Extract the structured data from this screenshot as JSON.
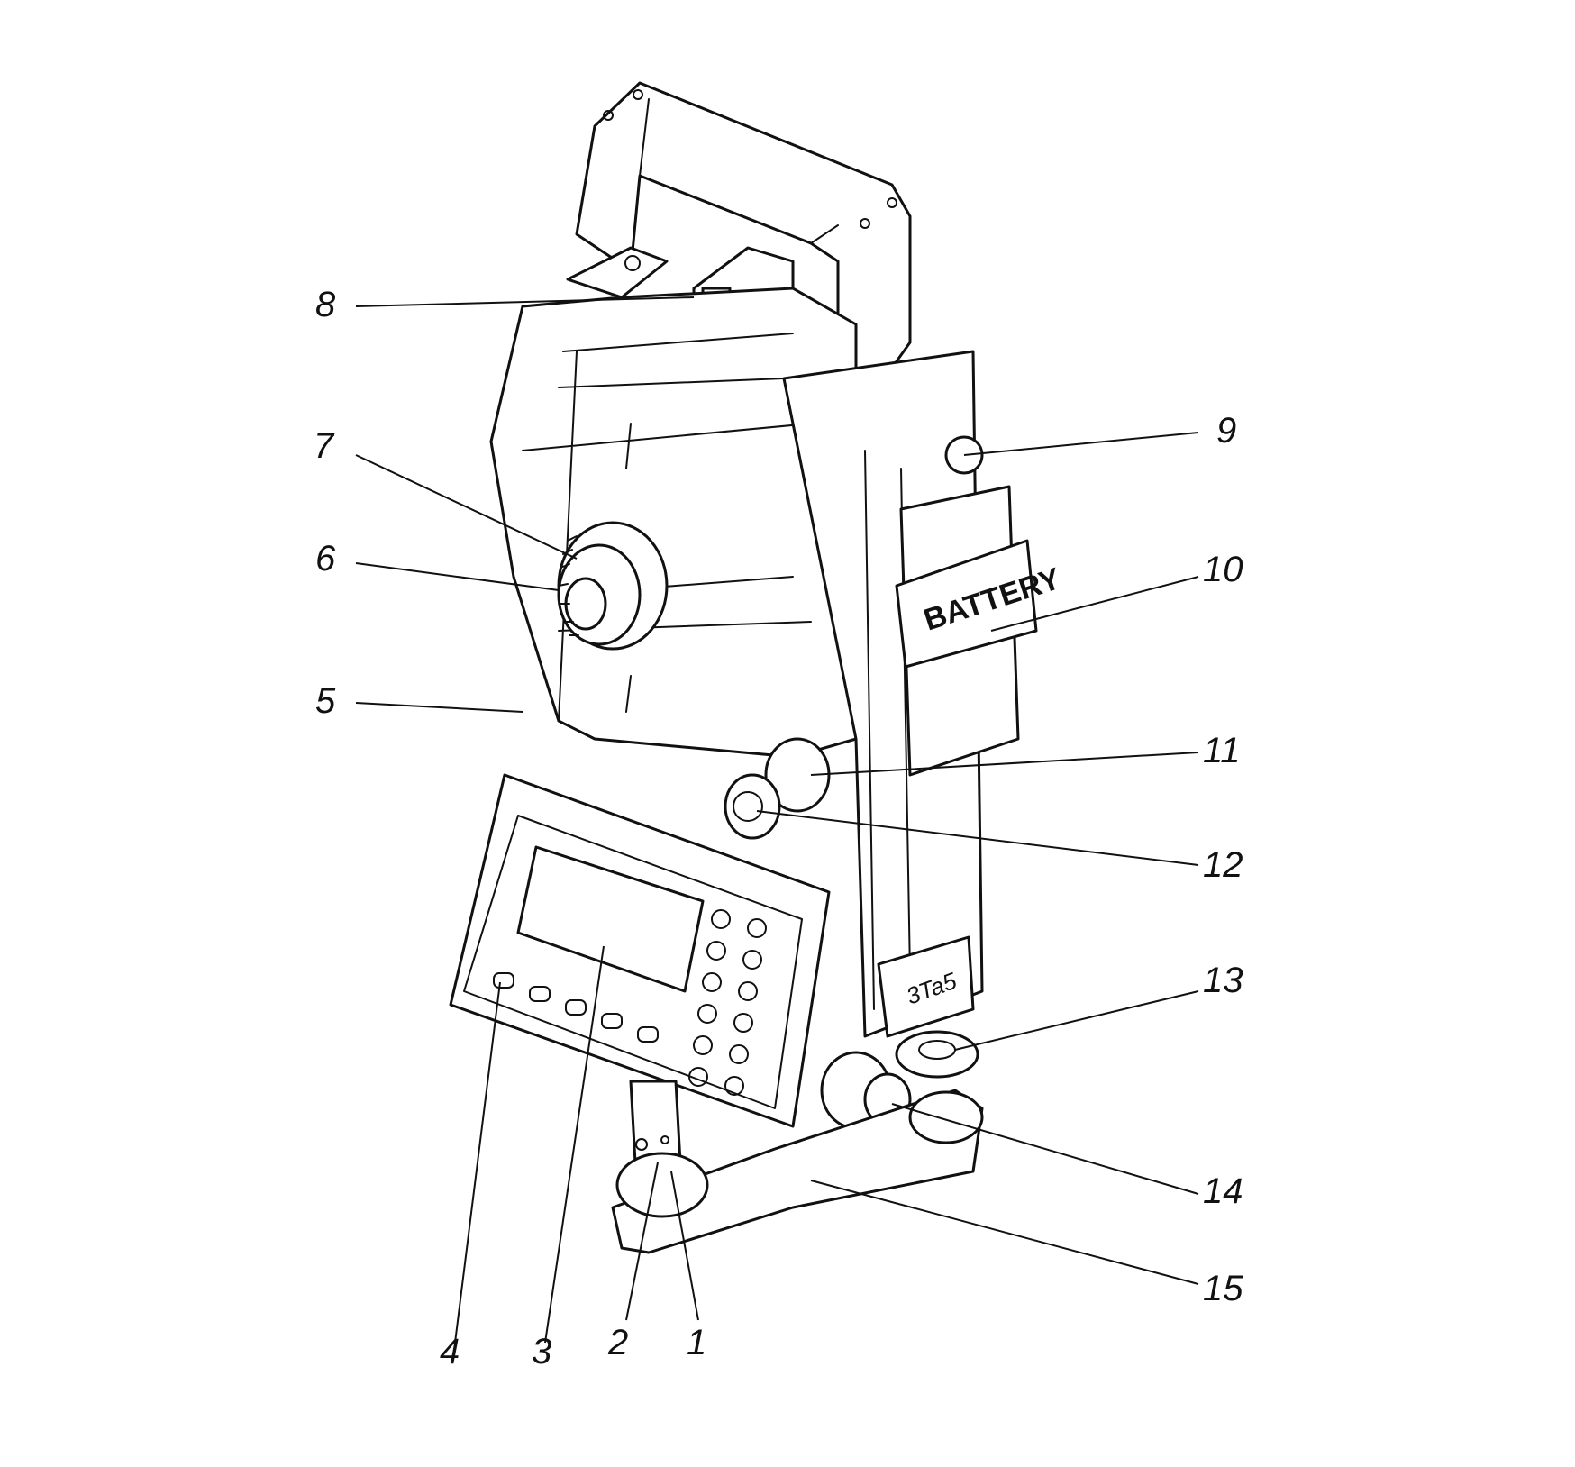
{
  "diagram": {
    "device_labels": {
      "battery": "BATTERY",
      "model": "3Ta5"
    },
    "callouts": [
      {
        "id": "1",
        "text": "1"
      },
      {
        "id": "2",
        "text": "2"
      },
      {
        "id": "3",
        "text": "3"
      },
      {
        "id": "4",
        "text": "4"
      },
      {
        "id": "5",
        "text": "5"
      },
      {
        "id": "6",
        "text": "6"
      },
      {
        "id": "7",
        "text": "7"
      },
      {
        "id": "8",
        "text": "8"
      },
      {
        "id": "9",
        "text": "9"
      },
      {
        "id": "10",
        "text": "10"
      },
      {
        "id": "11",
        "text": "11"
      },
      {
        "id": "12",
        "text": "12"
      },
      {
        "id": "13",
        "text": "13"
      },
      {
        "id": "14",
        "text": "14"
      },
      {
        "id": "15",
        "text": "15"
      }
    ]
  }
}
